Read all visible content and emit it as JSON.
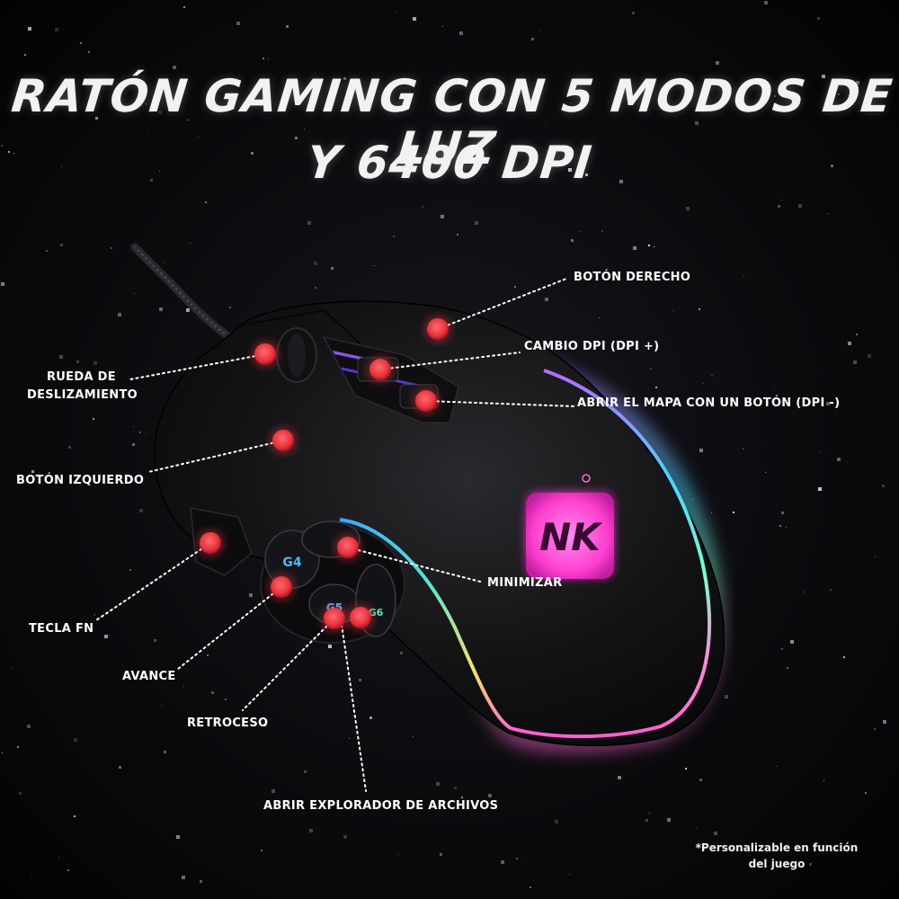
{
  "title": {
    "line1": "RATÓN GAMING CON 5 MODOS DE LUZ",
    "line2": "Y 6400 DPI"
  },
  "mouse": {
    "logo_text": "NK",
    "side_buttons": [
      "G4",
      "G5",
      "G6"
    ]
  },
  "callouts": {
    "right_button": "BOTÓN  DERECHO",
    "dpi_up": "CAMBIO DPI (DPI +)",
    "dpi_down": "ABRIR EL MAPA CON UN BOTÓN (DPI -)",
    "scroll_wheel_line1": "RUEDA DE",
    "scroll_wheel_line2": "DESLIZAMIENTO",
    "left_button": "BOTÓN IZQUIERDO",
    "minimize": "MINIMIZAR",
    "fn_key": "TECLA FN",
    "forward": "AVANCE",
    "back": "RETROCESO",
    "file_explorer": "ABRIR EXPLORADOR DE ARCHIVOS"
  },
  "footnote": {
    "line1": "*Personalizable  en función",
    "line2": "del juego"
  },
  "colors": {
    "background": "#050507",
    "dot": "#e8323c",
    "logo": "#ff4fd8"
  }
}
